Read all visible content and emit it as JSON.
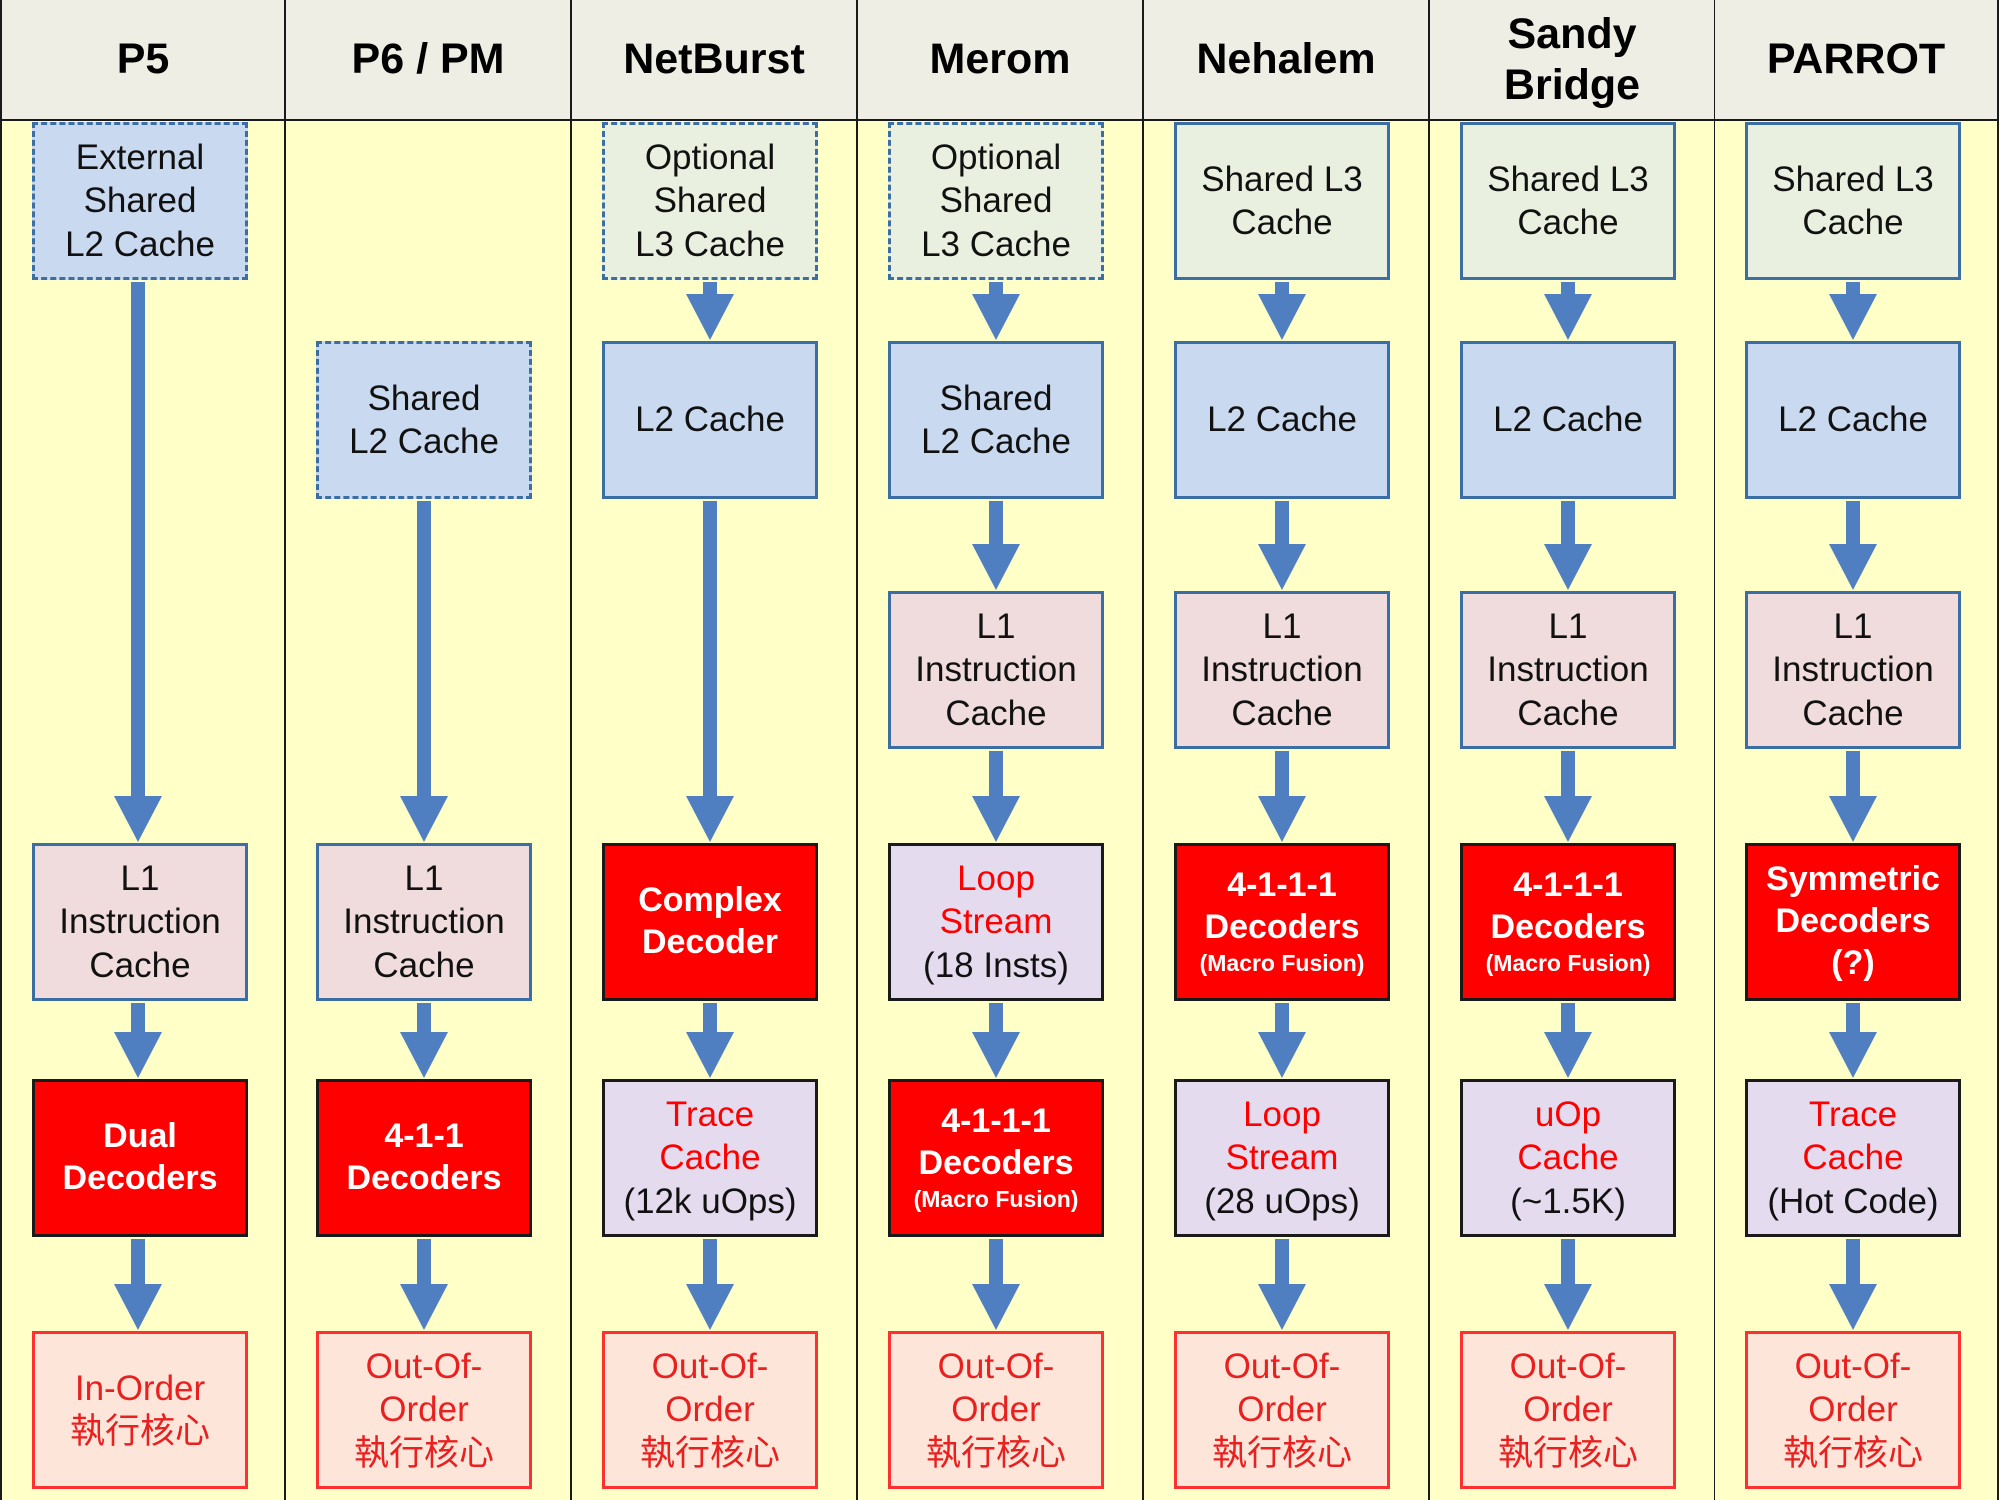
{
  "colors": {
    "column_bg": "#ffffc8",
    "header_bg": "#efeee4",
    "arrow": "#4f7fc0",
    "l2_cache": "#c9d9ef",
    "l3_cache": "#e9f0df",
    "l1_cache": "#f0dcdc",
    "decoder": "#ff0000",
    "stream_cache": "#e4dcee",
    "core": "#fde6d9"
  },
  "columns": [
    {
      "title": "P5",
      "boxes": [
        {
          "type": "l2",
          "dashed": true,
          "row": 0,
          "lines": [
            "External",
            "Shared",
            "L2 Cache"
          ]
        },
        {
          "type": "l1",
          "row": 3,
          "lines": [
            "L1",
            "Instruction",
            "Cache"
          ]
        },
        {
          "type": "decoder",
          "row": 4,
          "lines": [
            "Dual",
            "Decoders"
          ]
        },
        {
          "type": "core",
          "row": 5,
          "lines": [
            "In-Order",
            "執行核心"
          ]
        }
      ],
      "arrows": [
        [
          0,
          3
        ],
        [
          3,
          4
        ],
        [
          4,
          5
        ]
      ]
    },
    {
      "title": "P6 / PM",
      "boxes": [
        {
          "type": "l2",
          "dashed": true,
          "row": 1,
          "lines": [
            "Shared",
            "L2 Cache"
          ]
        },
        {
          "type": "l1",
          "row": 3,
          "lines": [
            "L1",
            "Instruction",
            "Cache"
          ]
        },
        {
          "type": "decoder",
          "row": 4,
          "lines": [
            "4-1-1",
            "Decoders"
          ]
        },
        {
          "type": "core",
          "row": 5,
          "lines": [
            "Out-Of-",
            "Order",
            "執行核心"
          ]
        }
      ],
      "arrows": [
        [
          1,
          3
        ],
        [
          3,
          4
        ],
        [
          4,
          5
        ]
      ]
    },
    {
      "title": "NetBurst",
      "boxes": [
        {
          "type": "l3",
          "dashed": true,
          "row": 0,
          "lines": [
            "Optional",
            "Shared",
            "L3 Cache"
          ]
        },
        {
          "type": "l2",
          "row": 1,
          "lines": [
            "L2 Cache"
          ]
        },
        {
          "type": "decoder",
          "row": 3,
          "lines": [
            "Complex",
            "Decoder"
          ]
        },
        {
          "type": "stream",
          "row": 4,
          "red_lines": [
            "Trace",
            "Cache"
          ],
          "lines": [
            "(12k uOps)"
          ]
        },
        {
          "type": "core",
          "row": 5,
          "lines": [
            "Out-Of-",
            "Order",
            "執行核心"
          ]
        }
      ],
      "arrows": [
        [
          0,
          1
        ],
        [
          1,
          3
        ],
        [
          3,
          4
        ],
        [
          4,
          5
        ]
      ]
    },
    {
      "title": "Merom",
      "boxes": [
        {
          "type": "l3",
          "dashed": true,
          "row": 0,
          "lines": [
            "Optional",
            "Shared",
            "L3 Cache"
          ]
        },
        {
          "type": "l2",
          "row": 1,
          "lines": [
            "Shared",
            "L2 Cache"
          ]
        },
        {
          "type": "l1",
          "row": 2,
          "lines": [
            "L1",
            "Instruction",
            "Cache"
          ]
        },
        {
          "type": "stream",
          "row": 3,
          "red_lines": [
            "Loop",
            "Stream"
          ],
          "lines": [
            "(18 Insts)"
          ]
        },
        {
          "type": "decoder",
          "row": 4,
          "lines": [
            "4-1-1-1",
            "Decoders"
          ],
          "small": "(Macro Fusion)"
        },
        {
          "type": "core",
          "row": 5,
          "lines": [
            "Out-Of-",
            "Order",
            "執行核心"
          ]
        }
      ],
      "arrows": [
        [
          0,
          1
        ],
        [
          1,
          2
        ],
        [
          2,
          3
        ],
        [
          3,
          4
        ],
        [
          4,
          5
        ]
      ]
    },
    {
      "title": "Nehalem",
      "boxes": [
        {
          "type": "l3",
          "row": 0,
          "lines": [
            "Shared L3",
            "Cache"
          ]
        },
        {
          "type": "l2",
          "row": 1,
          "lines": [
            "L2 Cache"
          ]
        },
        {
          "type": "l1",
          "row": 2,
          "lines": [
            "L1",
            "Instruction",
            "Cache"
          ]
        },
        {
          "type": "decoder",
          "row": 3,
          "lines": [
            "4-1-1-1",
            "Decoders"
          ],
          "small": "(Macro Fusion)"
        },
        {
          "type": "stream",
          "row": 4,
          "red_lines": [
            "Loop",
            "Stream"
          ],
          "lines": [
            "(28 uOps)"
          ]
        },
        {
          "type": "core",
          "row": 5,
          "lines": [
            "Out-Of-",
            "Order",
            "執行核心"
          ]
        }
      ],
      "arrows": [
        [
          0,
          1
        ],
        [
          1,
          2
        ],
        [
          2,
          3
        ],
        [
          3,
          4
        ],
        [
          4,
          5
        ]
      ]
    },
    {
      "title": "Sandy Bridge",
      "title_lines": [
        "Sandy",
        "Bridge"
      ],
      "boxes": [
        {
          "type": "l3",
          "row": 0,
          "lines": [
            "Shared L3",
            "Cache"
          ]
        },
        {
          "type": "l2",
          "row": 1,
          "lines": [
            "L2 Cache"
          ]
        },
        {
          "type": "l1",
          "row": 2,
          "lines": [
            "L1",
            "Instruction",
            "Cache"
          ]
        },
        {
          "type": "decoder",
          "row": 3,
          "lines": [
            "4-1-1-1",
            "Decoders"
          ],
          "small": "(Macro Fusion)"
        },
        {
          "type": "stream",
          "row": 4,
          "red_lines": [
            "uOp",
            "Cache"
          ],
          "lines": [
            "(~1.5K)"
          ]
        },
        {
          "type": "core",
          "row": 5,
          "lines": [
            "Out-Of-",
            "Order",
            "執行核心"
          ]
        }
      ],
      "arrows": [
        [
          0,
          1
        ],
        [
          1,
          2
        ],
        [
          2,
          3
        ],
        [
          3,
          4
        ],
        [
          4,
          5
        ]
      ]
    },
    {
      "title": "PARROT",
      "boxes": [
        {
          "type": "l3",
          "row": 0,
          "lines": [
            "Shared L3",
            "Cache"
          ]
        },
        {
          "type": "l2",
          "row": 1,
          "lines": [
            "L2 Cache"
          ]
        },
        {
          "type": "l1",
          "row": 2,
          "lines": [
            "L1",
            "Instruction",
            "Cache"
          ]
        },
        {
          "type": "decoder",
          "row": 3,
          "lines": [
            "Symmetric",
            "Decoders",
            "(?)"
          ]
        },
        {
          "type": "stream",
          "row": 4,
          "red_lines": [
            "Trace",
            "Cache"
          ],
          "lines": [
            "(Hot Code)"
          ]
        },
        {
          "type": "core",
          "row": 5,
          "lines": [
            "Out-Of-",
            "Order",
            "執行核心"
          ]
        }
      ],
      "arrows": [
        [
          0,
          1
        ],
        [
          1,
          2
        ],
        [
          2,
          3
        ],
        [
          3,
          4
        ],
        [
          4,
          5
        ]
      ]
    }
  ]
}
